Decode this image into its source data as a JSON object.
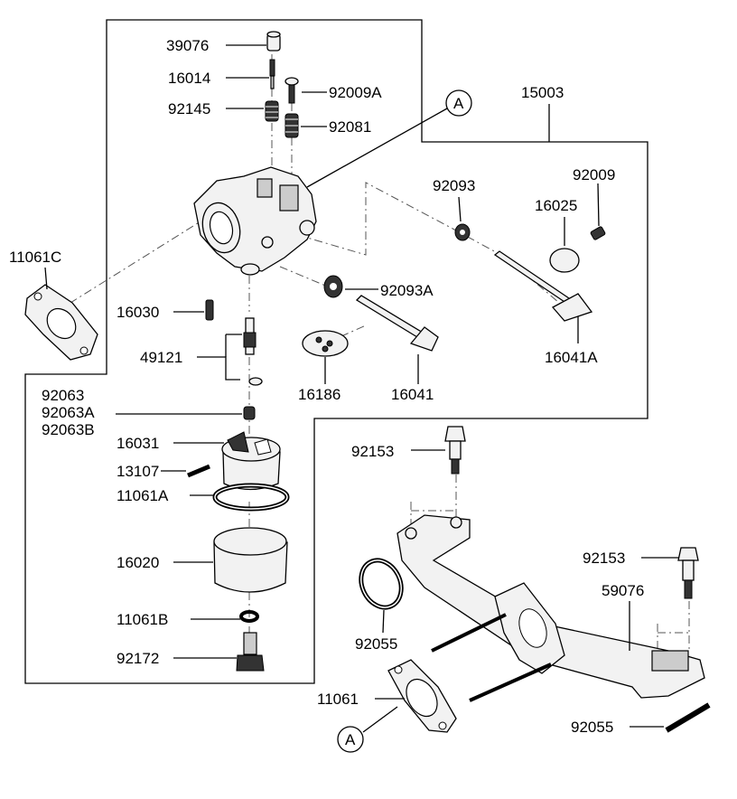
{
  "callouts": {
    "p39076": "39076",
    "p16014": "16014",
    "p92009A": "92009A",
    "p92145": "92145",
    "p92081": "92081",
    "pA_top": "A",
    "p15003": "15003",
    "p92093": "92093",
    "p92009": "92009",
    "p16025": "16025",
    "p11061C": "11061C",
    "p92093A": "92093A",
    "p16030": "16030",
    "p16041A": "16041A",
    "p49121": "49121",
    "p16186": "16186",
    "p16041": "16041",
    "p92063": "92063",
    "p92063A": "92063A",
    "p92063B": "92063B",
    "p16031": "16031",
    "p92153a": "92153",
    "p13107": "13107",
    "p11061A": "11061A",
    "p16020": "16020",
    "p92153b": "92153",
    "p59076": "59076",
    "p11061B": "11061B",
    "p92055a": "92055",
    "p92172": "92172",
    "p11061": "11061",
    "pA_bottom": "A",
    "p92055b": "92055"
  }
}
